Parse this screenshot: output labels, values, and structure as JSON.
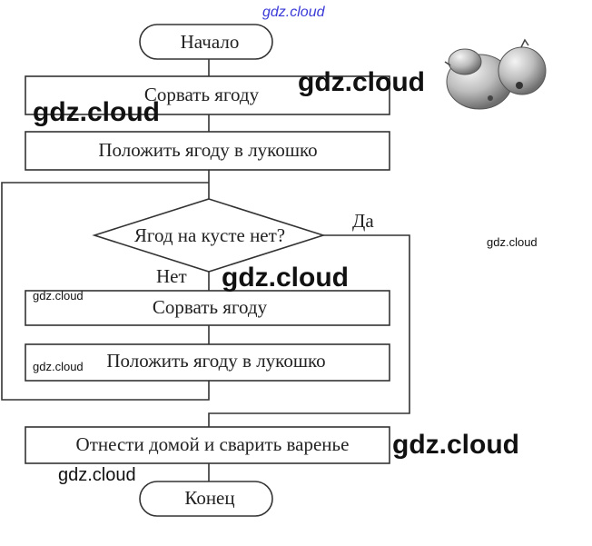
{
  "flowchart": {
    "start": "Начало",
    "step1": "Сорвать ягоду",
    "step2": "Положить ягоду в лукошко",
    "condition": "Ягод на кусте нет?",
    "yes_label": "Да",
    "no_label": "Нет",
    "loop_step1": "Сорвать ягоду",
    "loop_step2": "Положить ягоду в лукошко",
    "final_step": "Отнести домой и сварить варенье",
    "end": "Конец"
  },
  "watermarks": {
    "top": "gdz.cloud",
    "big1": "gdz.cloud",
    "big2": "gdz.cloud",
    "big3": "gdz.cloud",
    "big4": "gdz.cloud",
    "small1": "gdz.cloud",
    "small2": "gdz.cloud",
    "small3": "gdz.cloud",
    "mid1": "gdz.cloud"
  },
  "illustration": {
    "icon": "berries-icon"
  }
}
